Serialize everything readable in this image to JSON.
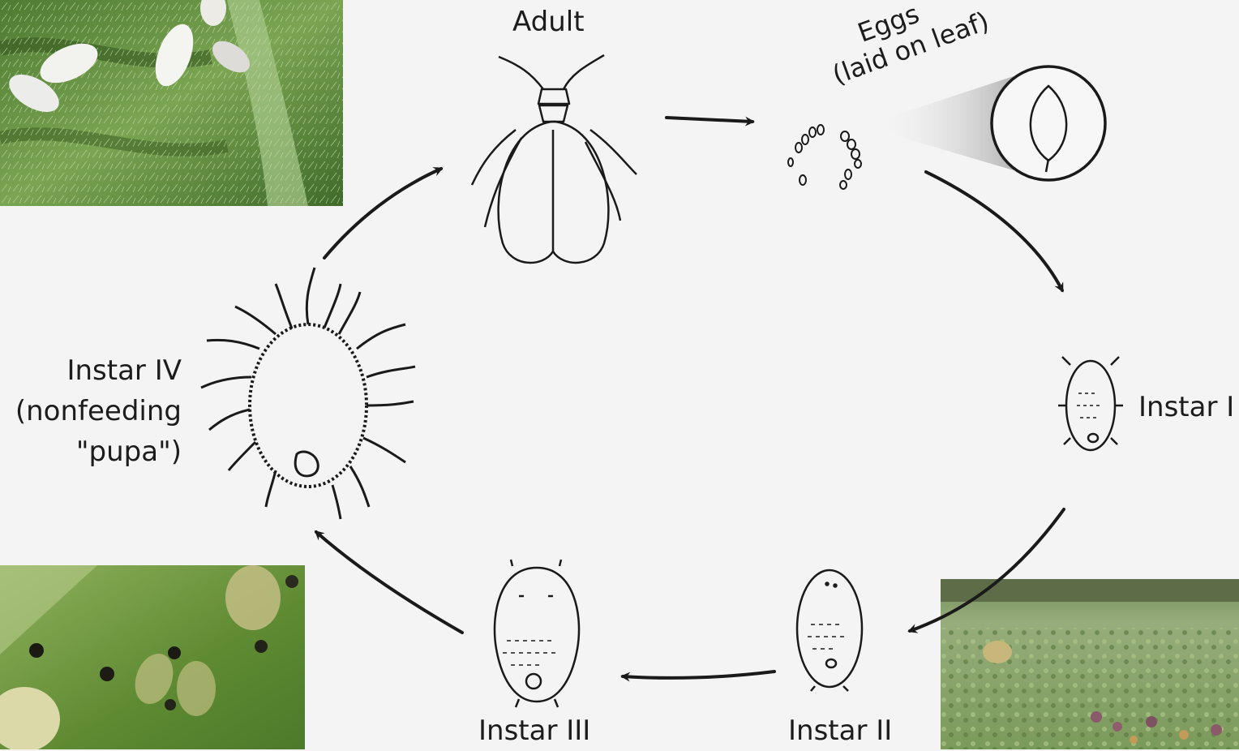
{
  "stages": {
    "adult": "Adult",
    "eggs_line1": "Eggs",
    "eggs_line2": "(laid on leaf)",
    "instar1": "Instar I",
    "instar2": "Instar II",
    "instar3": "Instar III",
    "instar4_line1": "Instar IV",
    "instar4_line2": "(nonfeeding",
    "instar4_line3": "\"pupa\")"
  },
  "photos": [
    {
      "name": "adult-whiteflies-photo",
      "subject": "adult whiteflies on hairy leaf"
    },
    {
      "name": "pupae-on-leaf-photo",
      "subject": "whitefly pupae and nymphs on leaf"
    },
    {
      "name": "nymphs-on-leaf-photo",
      "subject": "whitefly nymphs on leaf surface"
    }
  ],
  "colors": {
    "background": "#f4f4f4",
    "line": "#1a1a1a",
    "leaf_green": "#5f8a3c"
  }
}
